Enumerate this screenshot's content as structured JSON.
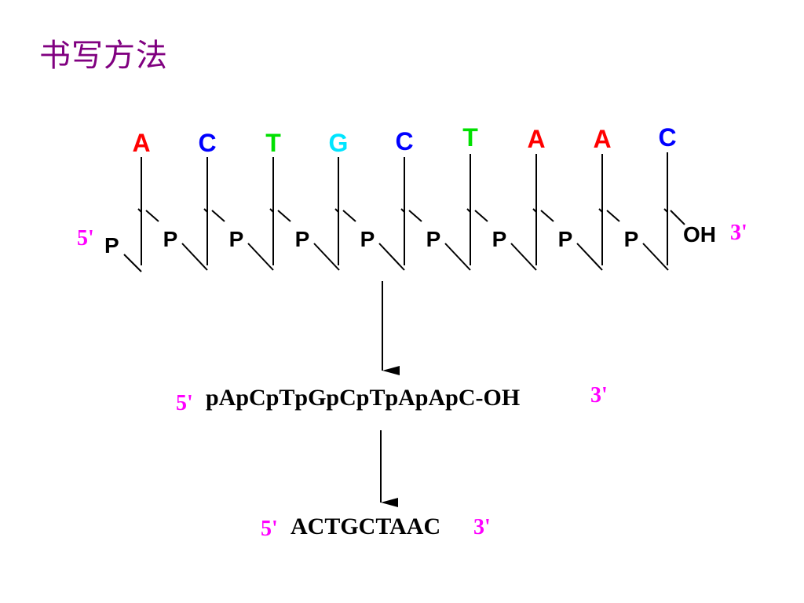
{
  "title": "书写方法",
  "strand": {
    "five_prime": "5'",
    "three_prime": "3'",
    "leading_phosphate": "P",
    "hydroxyl": "OH",
    "nucleotides": [
      {
        "base": "A",
        "color": "#ff0000",
        "phosphate": "P"
      },
      {
        "base": "C",
        "color": "#0000ff",
        "phosphate": "P"
      },
      {
        "base": "T",
        "color": "#00e000",
        "phosphate": "P"
      },
      {
        "base": "G",
        "color": "#00e5ff",
        "phosphate": "P"
      },
      {
        "base": "C",
        "color": "#0000ff",
        "phosphate": "P"
      },
      {
        "base": "T",
        "color": "#00e000",
        "phosphate": "P"
      },
      {
        "base": "A",
        "color": "#ff0000",
        "phosphate": "P"
      },
      {
        "base": "A",
        "color": "#ff0000",
        "phosphate": "P"
      },
      {
        "base": "C",
        "color": "#0000ff",
        "phosphate": ""
      }
    ]
  },
  "condensed": {
    "five_prime": "5'",
    "sequence": "pApCpTpGpCpTpApApC-OH",
    "three_prime": "3'"
  },
  "short": {
    "five_prime": "5'",
    "sequence": "ACTGCTAAC",
    "three_prime": "3'"
  },
  "colors": {
    "title": "#800080",
    "prime_label": "#ff00ff"
  }
}
